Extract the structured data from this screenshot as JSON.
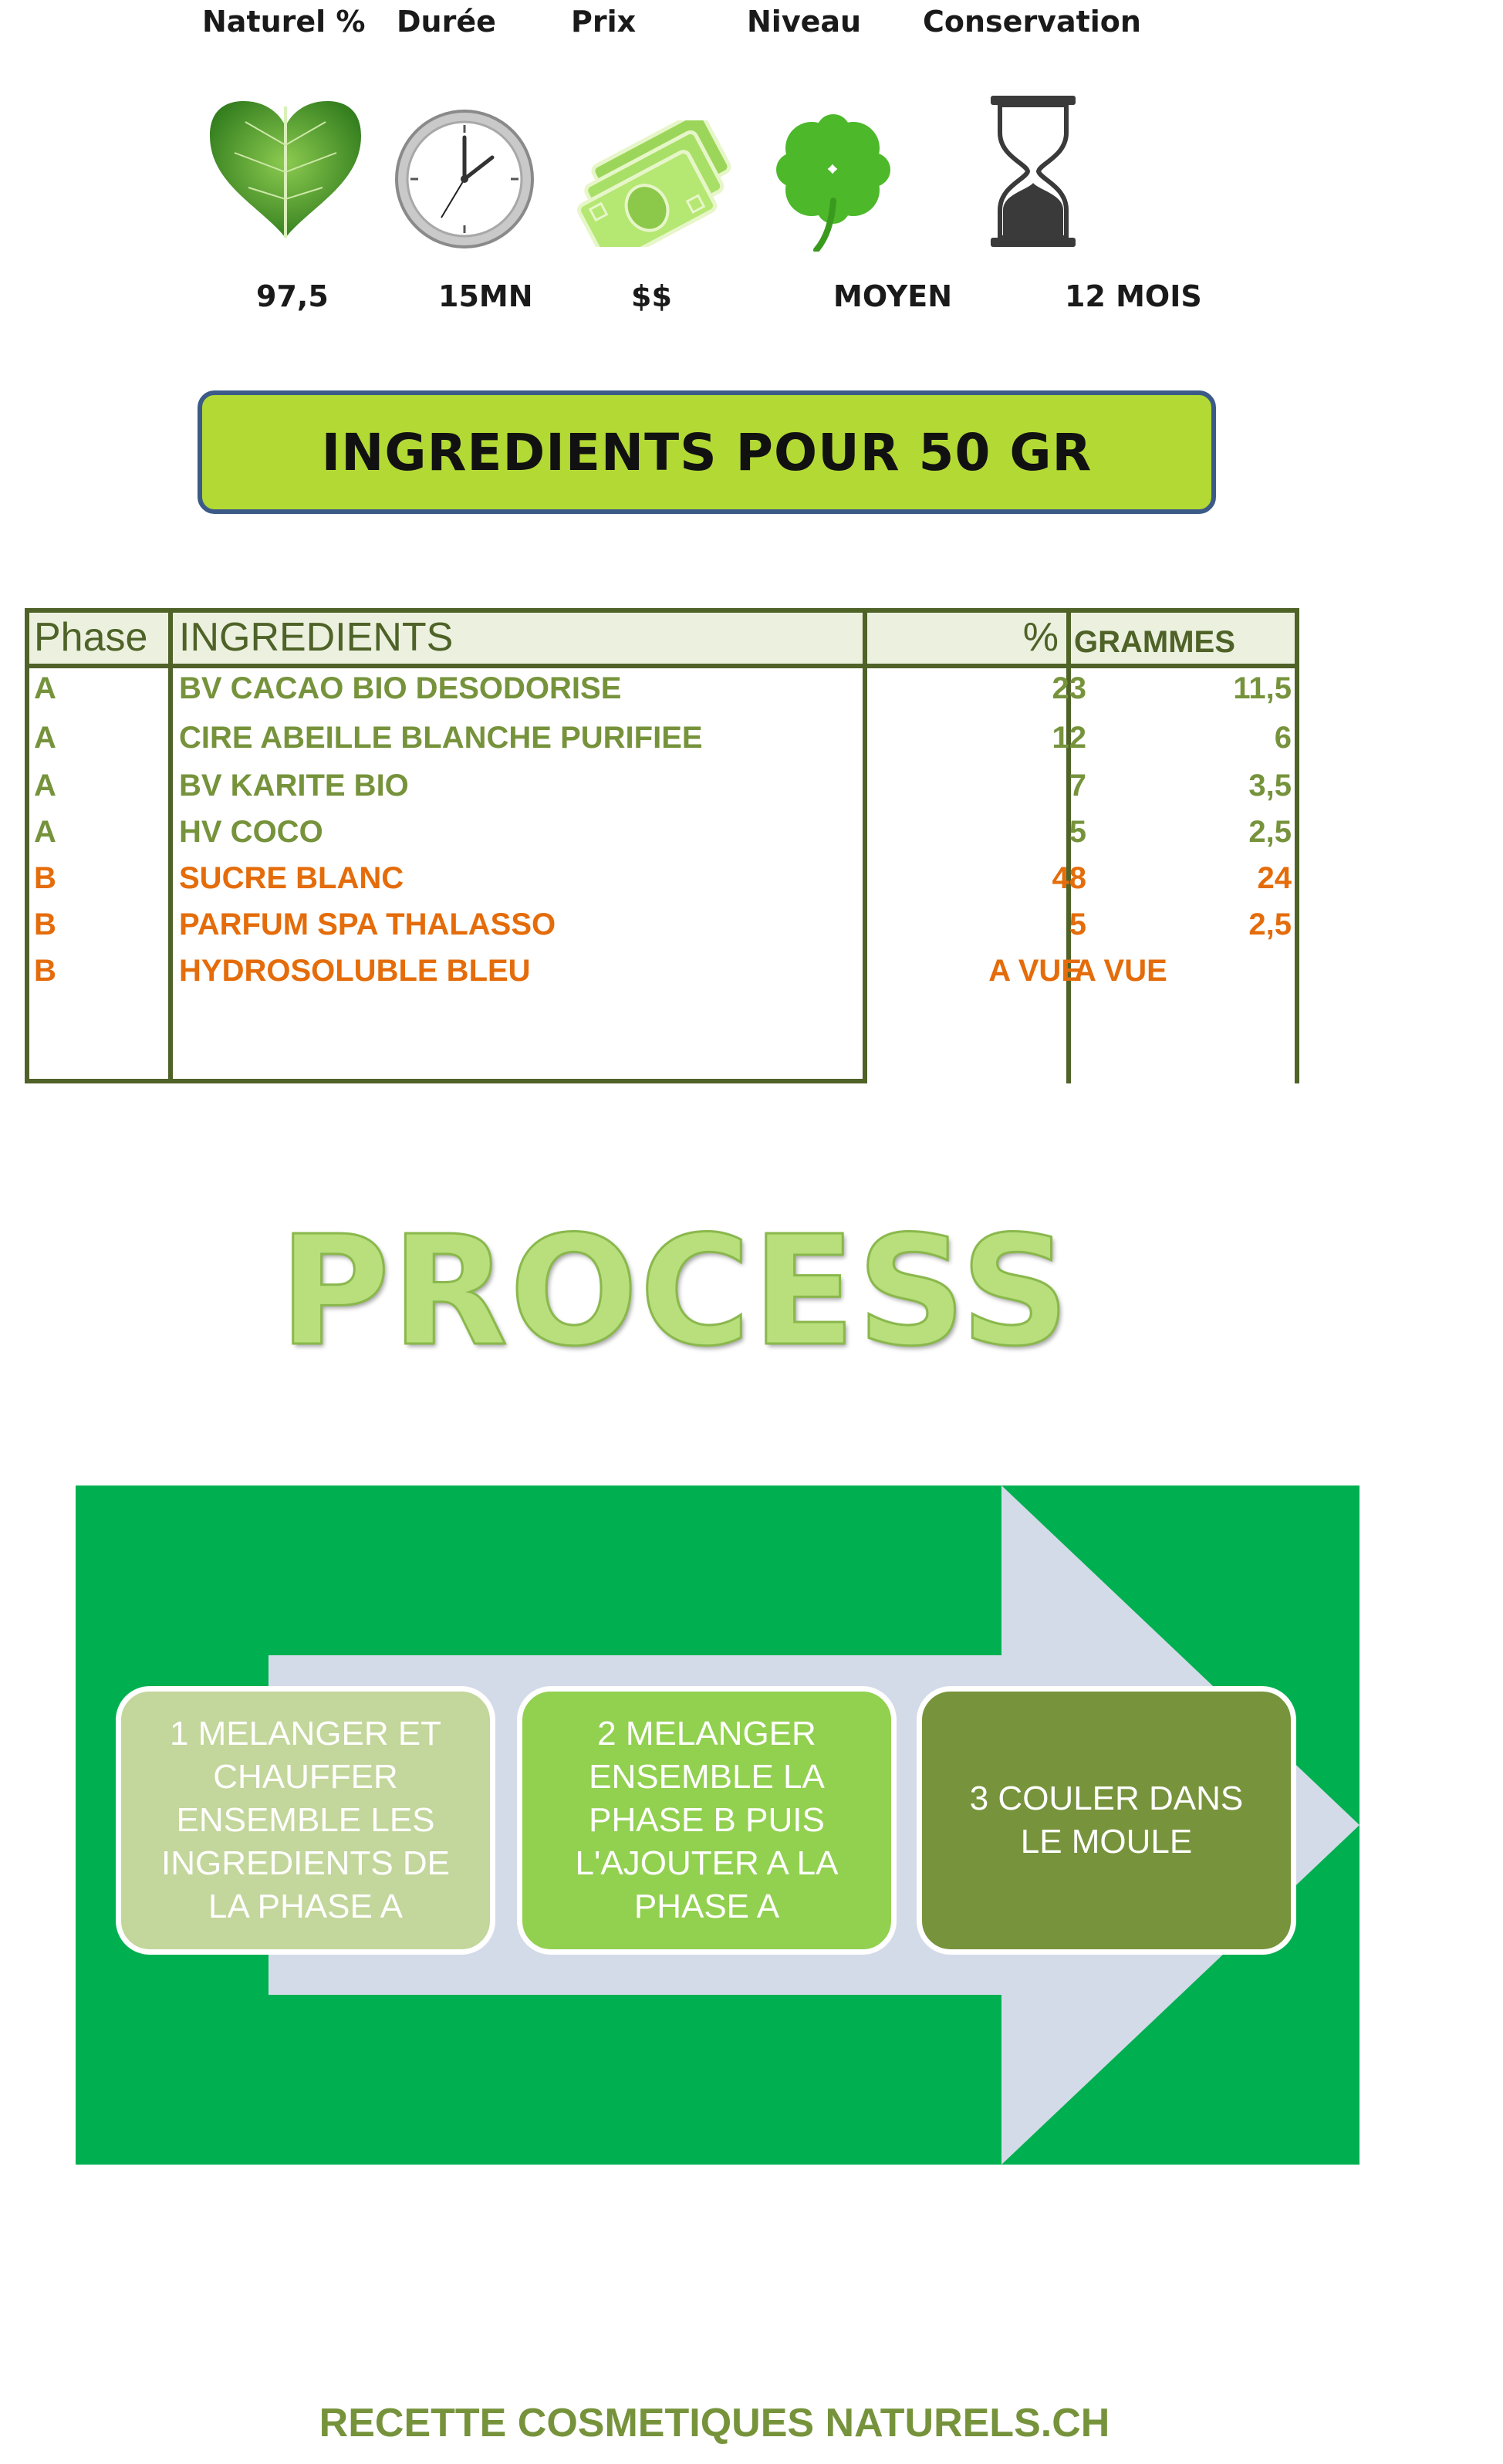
{
  "header": {
    "labels": [
      "Naturel %",
      "Durée",
      "Prix",
      "Niveau",
      "Conservation"
    ],
    "values": [
      "97,5",
      "15MN",
      "$$",
      "MOYEN",
      "12 MOIS"
    ],
    "icons": [
      "leaf-heart-icon",
      "clock-icon",
      "money-icon",
      "clover-icon",
      "hourglass-icon"
    ]
  },
  "banner": {
    "title": "INGREDIENTS POUR 50 GR"
  },
  "table": {
    "columns": [
      "Phase",
      "INGREDIENTS",
      "%",
      "GRAMMES"
    ],
    "rows": [
      {
        "phase": "A",
        "ingredient": "BV CACAO BIO DESODORISE",
        "percent": "23",
        "grams": "11,5",
        "color": "#76933c"
      },
      {
        "phase": "A",
        "ingredient": "CIRE ABEILLE BLANCHE PURIFIEE",
        "percent": "12",
        "grams": "6",
        "color": "#76933c"
      },
      {
        "phase": "A",
        "ingredient": "BV KARITE BIO",
        "percent": "7",
        "grams": "3,5",
        "color": "#76933c"
      },
      {
        "phase": "A",
        "ingredient": "HV COCO",
        "percent": "5",
        "grams": "2,5",
        "color": "#76933c"
      },
      {
        "phase": "B",
        "ingredient": "SUCRE BLANC",
        "percent": "48",
        "grams": "24",
        "color": "#e46c0a"
      },
      {
        "phase": "B",
        "ingredient": "PARFUM SPA THALASSO",
        "percent": "5",
        "grams": "2,5",
        "color": "#e46c0a"
      },
      {
        "phase": "B",
        "ingredient": "HYDROSOLUBLE BLEU",
        "percent": "A VUE",
        "grams": "A VUE",
        "color": "#e46c0a"
      }
    ]
  },
  "process": {
    "title": "PROCESS",
    "steps": [
      {
        "text": "1 MELANGER ET CHAUFFER ENSEMBLE LES INGREDIENTS DE LA PHASE A",
        "color": "#c3d69b"
      },
      {
        "text": "2 MELANGER ENSEMBLE LA PHASE B PUIS L'AJOUTER A LA PHASE A",
        "color": "#92d050"
      },
      {
        "text": "3 COULER DANS LE MOULE",
        "color": "#77933c"
      }
    ]
  },
  "footer": {
    "text": "RECETTE COSMETIQUES NATURELS.CH"
  },
  "colors": {
    "green_text": "#76933c",
    "orange_text": "#e46c0a",
    "table_border": "#4f6228",
    "flow_bg": "#00b050"
  }
}
